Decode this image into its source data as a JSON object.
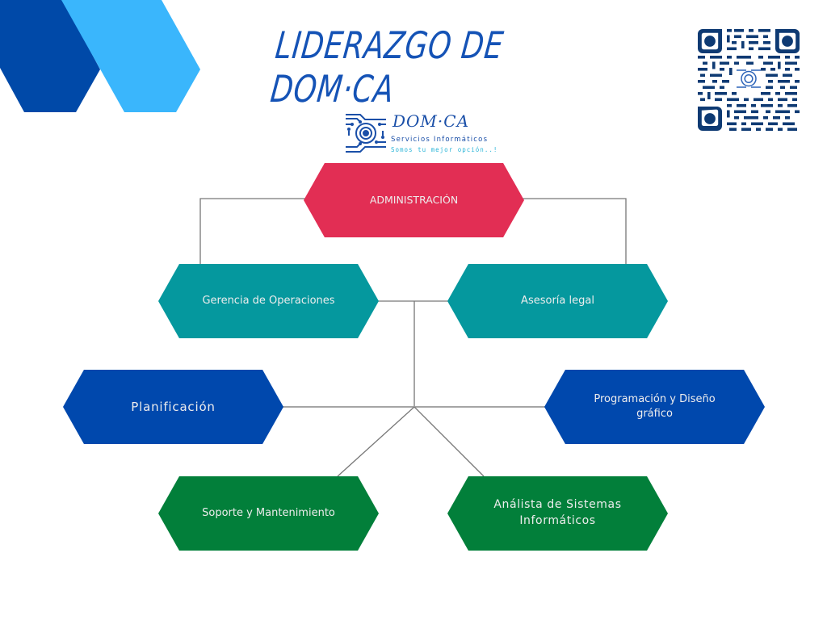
{
  "page": {
    "title": "LIDERAZGO DE DOM·CA"
  },
  "logo": {
    "brand": "DOM·CA",
    "subtitle": "Servicios Informáticos",
    "tagline": "Somos tu mejor opción..!",
    "icon": "circuit-target-icon"
  },
  "qr_code": {
    "icon": "qr-code-icon",
    "color": "#0E3A73"
  },
  "colors": {
    "title": "#1553B6",
    "level_1": "#E22E54",
    "level_2": "#05989E",
    "level_3": "#0048AD",
    "level_4": "#027F3A",
    "deco_dark": "#0049A8",
    "deco_light": "#3AB6FC",
    "connector": "#777777"
  },
  "org_chart": {
    "root": {
      "label": "ADMINISTRACIÓN"
    },
    "level_2": [
      {
        "label": "Gerencia de Operaciones"
      },
      {
        "label": "Asesoría legal"
      }
    ],
    "level_3": [
      {
        "label": "Planificación"
      },
      {
        "label": "Programación y Diseño gráfico"
      }
    ],
    "level_4": [
      {
        "label": "Soporte y Mantenimiento"
      },
      {
        "label": "Análista de Sistemas Informáticos"
      }
    ]
  }
}
